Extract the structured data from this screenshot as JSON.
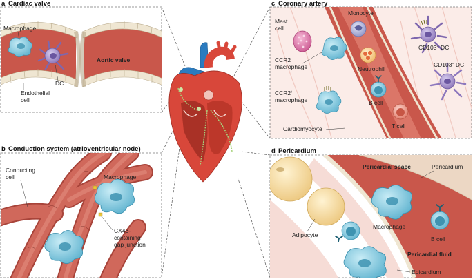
{
  "panels": {
    "a": {
      "letter": "a",
      "title": "Cardiac valve",
      "labels": {
        "macrophage": "Macrophage",
        "dc": "DC",
        "aortic_valve": "Aortic valve",
        "endothelial_1": "Endothelial",
        "endothelial_2": "cell"
      }
    },
    "b": {
      "letter": "b",
      "title": "Conduction system (atrioventricular node)",
      "labels": {
        "conducting_1": "Conducting",
        "conducting_2": "cell",
        "macrophage": "Macrophage",
        "cx43_1": "CX43-",
        "cx43_2": "containing",
        "cx43_3": "gap junction"
      }
    },
    "c": {
      "letter": "c",
      "title": "Coronary artery",
      "labels": {
        "mast_1": "Mast",
        "mast_2": "cell",
        "monocyte": "Monocyte",
        "cd103pos_pre": "CD103",
        "cd103pos_sup": "+",
        "cd103pos_post": " DC",
        "ccr2neg_pre": "CCR2",
        "ccr2neg_sup": "–",
        "ccr2neg_2": "macrophage",
        "neutrophil": "Neutrophil",
        "cd103neg_pre": "CD103",
        "cd103neg_sup": "–",
        "cd103neg_post": " DC",
        "ccr2pos_pre": "CCR2",
        "ccr2pos_sup": "+",
        "ccr2pos_2": "macrophage",
        "b_cell": "B cell",
        "t_cell": "T cell",
        "cardiomyocyte": "Cardiomyocyte"
      }
    },
    "d": {
      "letter": "d",
      "title": "Pericardium",
      "labels": {
        "pericardial_space": "Pericardial space",
        "pericardium": "Pericardium",
        "macrophage": "Macrophage",
        "adipocyte": "Adipocyte",
        "b_cell": "B cell",
        "pericardial_fluid": "Pericardial fluid",
        "epicardium": "Epicardium"
      }
    }
  },
  "colors": {
    "tissue_red": "#c9574b",
    "tissue_pink": "#f6dcd6",
    "endothelium": "#efe6d2",
    "macrophage": "#7cc4dc",
    "dendritic_cell": "#9b86c4",
    "mast_cell": "#d96fa3",
    "adipocyte": "#f7dca0",
    "heart_red": "#d8473a",
    "aorta_blue": "#2b7bbf"
  }
}
